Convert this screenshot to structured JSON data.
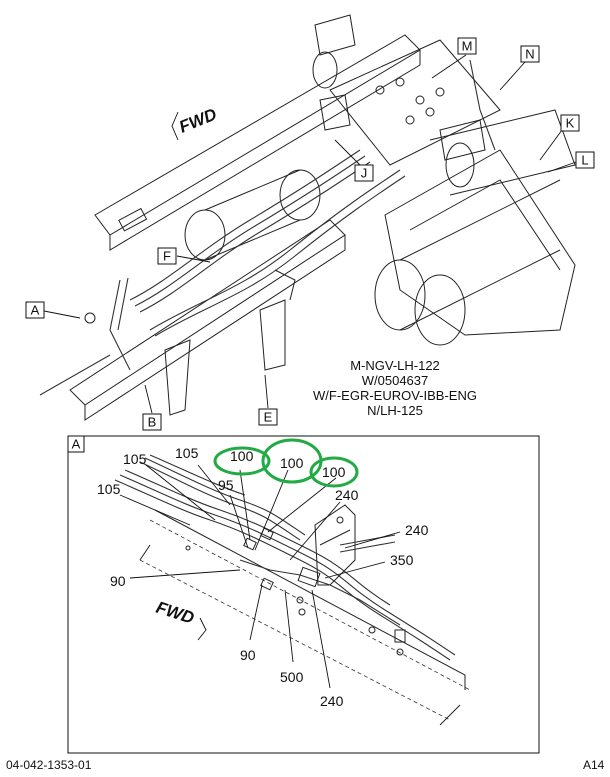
{
  "upper_callouts": [
    "A",
    "B",
    "E",
    "F",
    "J",
    "K",
    "L",
    "M",
    "N"
  ],
  "fwd_upper": "FWD",
  "note_lines": [
    "M-NGV-LH-122",
    "W/0504637",
    "W/F-EGR-EUROV-IBB-ENG",
    "N/LH-125"
  ],
  "detail": {
    "label": "A",
    "fwd": "FWD",
    "parts": [
      "105",
      "105",
      "105",
      "100",
      "100",
      "100",
      "95",
      "240",
      "240",
      "350",
      "90",
      "90",
      "500",
      "240"
    ]
  },
  "footer": {
    "left": "04-042-1353-01",
    "right": "A14"
  },
  "colors": {
    "highlight": "#22aa44",
    "line": "#222222"
  }
}
